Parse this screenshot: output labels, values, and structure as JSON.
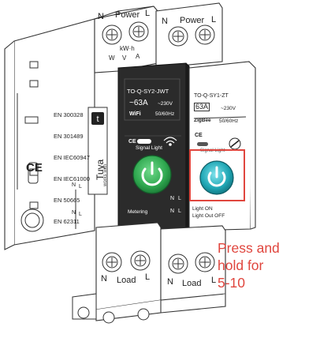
{
  "left_breaker": {
    "top_terminal_labels": [
      "N",
      "Power",
      "L"
    ],
    "meter_label": "kW·h",
    "meter_unit_symbols": [
      "W",
      "V",
      "A"
    ],
    "certifications": [
      "EN 300328",
      "EN 301489",
      "EN IEC60947",
      "EN IEC61000",
      "EN 50665",
      "EN 62311"
    ],
    "brand": "Tuya",
    "brand_tagline": "works with",
    "side_labels": [
      "N",
      "L",
      "N",
      "L"
    ]
  },
  "wifi_module": {
    "top_terminal_labels": [
      "N",
      "Power",
      "L"
    ],
    "model": "TO-Q-SY2-JWT",
    "rating": "~63A",
    "voltage": "~230V",
    "network": "WiFi",
    "frequency": "50/60Hz",
    "signal_light_label": "Signal Light",
    "metering_label": "Metering",
    "side_labels": [
      "N",
      "L",
      "N",
      "L"
    ]
  },
  "zigbee_module": {
    "model": "TO-Q-SY1-ZT",
    "rating": "63A",
    "voltage": "~230V",
    "network": "ZigBee",
    "frequency": "50/60Hz",
    "signal_light_label": "Signal Light",
    "light_on_label": "Light ON",
    "light_out_label": "Light Out OFF"
  },
  "bottom_terminals": {
    "labels": [
      "N",
      "Load",
      "L"
    ]
  },
  "instruction_note": "Press and\nhold for\n5-10",
  "colors": {
    "annotation": "#e0463e",
    "wifi_button": "#2fa84f",
    "zigbee_button": "#1fa6b4",
    "dark_panel": "#2b2b2b"
  }
}
